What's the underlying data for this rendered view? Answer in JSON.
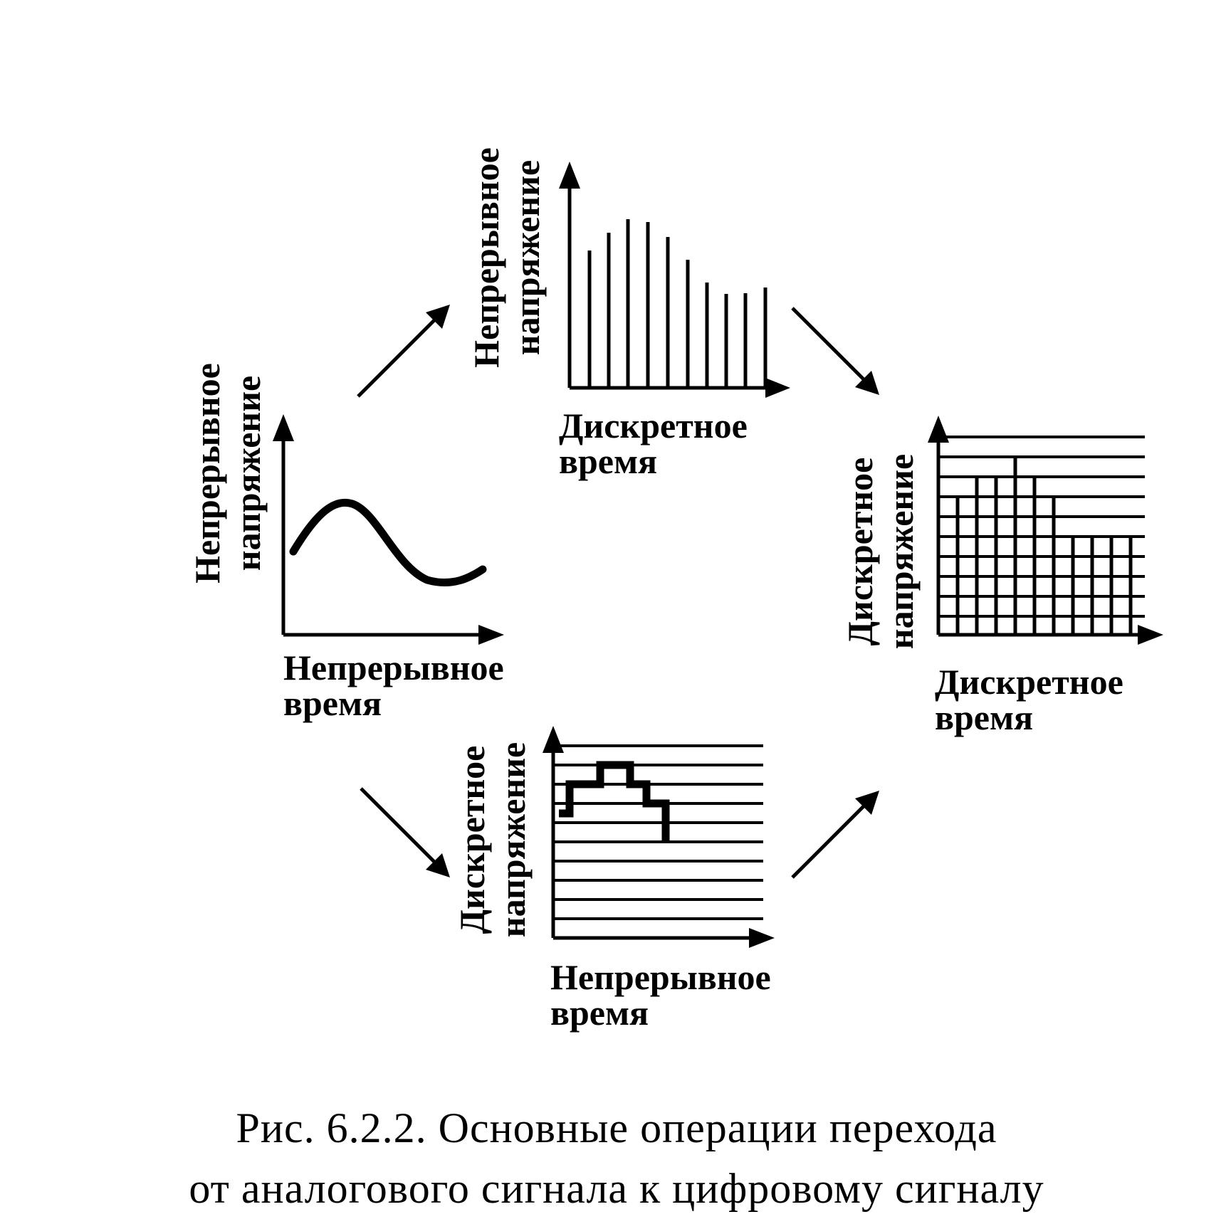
{
  "panels": {
    "analog": {
      "y_label_line1": "Непрерывное",
      "y_label_line2": "напряжение",
      "x_label_line1": "Непрерывное",
      "x_label_line2": "время"
    },
    "sampled": {
      "y_label_line1": "Непрерывное",
      "y_label_line2": "напряжение",
      "x_label_line1": "Дискретное",
      "x_label_line2": "время"
    },
    "quantized": {
      "y_label_line1": "Дискретное",
      "y_label_line2": "напряжение",
      "x_label_line1": "Непрерывное",
      "x_label_line2": "время"
    },
    "digital": {
      "y_label_line1": "Дискретное",
      "y_label_line2": "напряжение",
      "x_label_line1": "Дискретное",
      "x_label_line2": "время"
    }
  },
  "caption": {
    "line1": "Рис. 6.2.2. Основные операции перехода",
    "line2": "от аналогового сигнала к  цифровому сигналу"
  }
}
